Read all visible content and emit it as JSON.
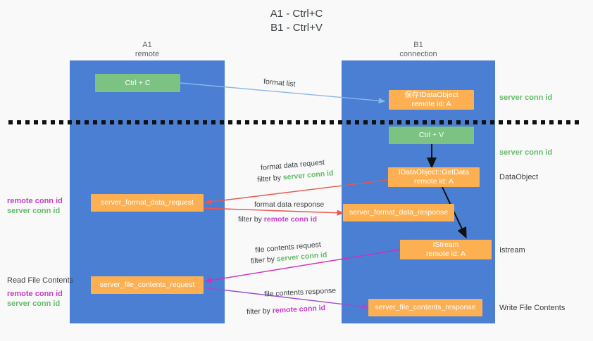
{
  "title": {
    "line1": "A1 - Ctrl+C",
    "line2": "B1 - Ctrl+V"
  },
  "columns": [
    {
      "name": "A1",
      "sub": "remote"
    },
    {
      "name": "B1",
      "sub": "connection"
    }
  ],
  "nodes": {
    "ctrl_c": {
      "label": "Ctrl + C"
    },
    "save_idataobject": {
      "line1": "保存IDataObject",
      "line2": "remote id: A"
    },
    "ctrl_v": {
      "label": "Ctrl + V"
    },
    "getdata": {
      "line1": "IDataObject::GetData",
      "line2": "remote id: A"
    },
    "server_format_data_request": {
      "label": "server_format_data_request"
    },
    "server_format_data_response": {
      "label": "server_format_data_response"
    },
    "istream": {
      "line1": "IStream",
      "line2": "remote id: A"
    },
    "server_file_contents_request": {
      "label": "server_file_contents_request"
    },
    "server_file_contents_response": {
      "label": "server_file_contents_response"
    }
  },
  "right_labels": {
    "server_conn_id_top": "server conn id",
    "server_conn_id_mid": "server conn id",
    "dataobject": "DataObject",
    "istream": "Istream",
    "write_file_contents": "Write File Contents"
  },
  "left_labels": {
    "remote_conn_id_1": "remote conn id",
    "server_conn_id_1": "server conn id",
    "read_file_contents": "Read File Contents",
    "remote_conn_id_2": "remote conn id",
    "server_conn_id_2": "server conn id"
  },
  "edges": {
    "format_list": "format list",
    "format_data_request": "format data request",
    "format_data_request_filter_prefix": "filter by ",
    "format_data_request_filter_key": "server conn id",
    "format_data_response": "format data response",
    "format_data_response_filter_prefix": "filter by ",
    "format_data_response_filter_key": "remote conn id",
    "file_contents_request": "file contents request",
    "file_contents_request_filter_prefix": "filter by ",
    "file_contents_request_filter_key": "server conn id",
    "file_contents_response": "file contents response",
    "file_contents_response_filter_prefix": "filter by ",
    "file_contents_response_filter_key": "remote conn id"
  },
  "colors": {
    "lane": "#4a7fd4",
    "green_node": "#7cc383",
    "orange_node": "#fcb052",
    "green_text": "#66bb6a",
    "purple_text": "#c33fc3",
    "light_blue_arrow": "#8ab6e8",
    "red_arrow": "#e8584f",
    "magenta_arrow": "#d02fb8",
    "purple_arrow": "#9c4fd0",
    "black_arrow": "#000000",
    "background": "#f9f9f9"
  }
}
